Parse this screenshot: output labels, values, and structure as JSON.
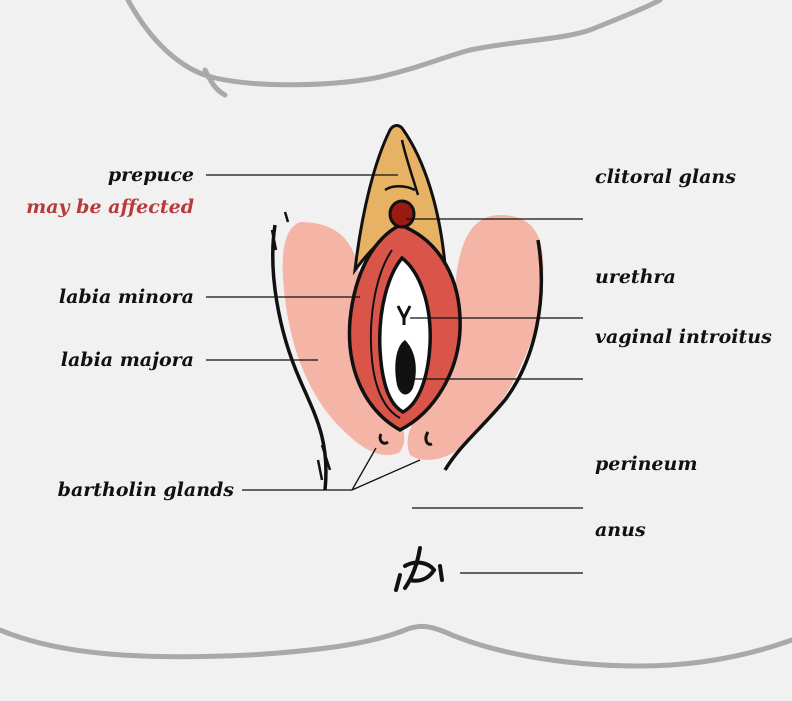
{
  "labels": {
    "prepuce": "prepuce",
    "note": "may be affected",
    "labia_minora": "labia minora",
    "labia_majora": "labia majora",
    "bartholin_glands": "bartholin glands",
    "clitoral_glans": "clitoral glans",
    "urethra": "urethra",
    "vaginal_introitus": "vaginal introitus",
    "perineum": "perineum",
    "anus": "anus"
  },
  "colors": {
    "background": "#f1f1f1",
    "body_outline": "#a9a9a9",
    "labia_majora": "#f4b5a6",
    "labia_minora": "#d9554a",
    "prepuce": "#e8b265",
    "clitoral_glans": "#9b1a12",
    "accent_text": "#b83a3a",
    "ink": "#111111"
  }
}
